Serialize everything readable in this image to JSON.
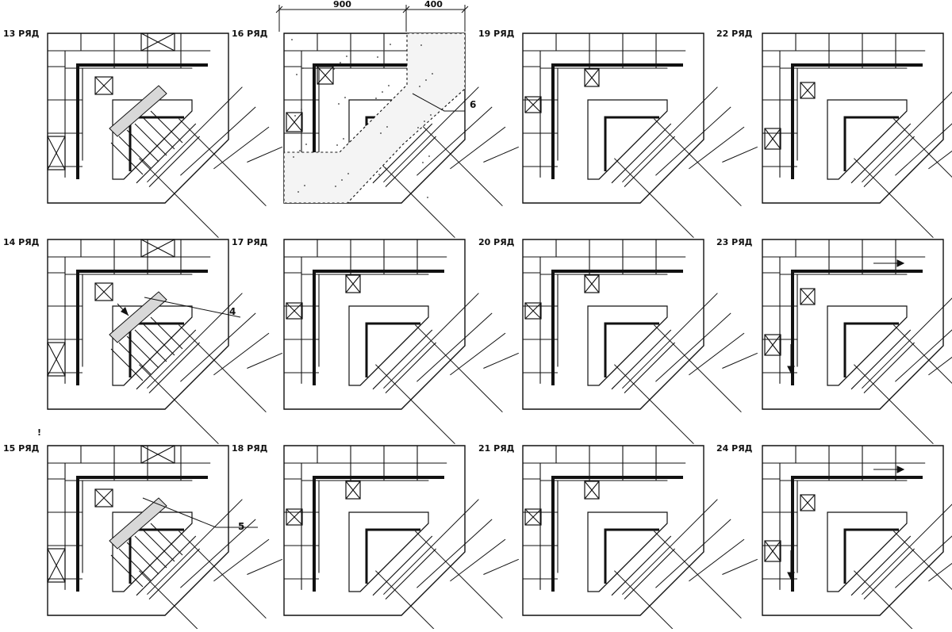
{
  "diagram": {
    "panels": [
      {
        "id": "p13",
        "label": "13 РЯД",
        "variant": "early"
      },
      {
        "id": "p16",
        "label": "16 РЯД",
        "variant": "concrete"
      },
      {
        "id": "p19",
        "label": "19 РЯД",
        "variant": "mid"
      },
      {
        "id": "p22",
        "label": "22 РЯД",
        "variant": "late"
      },
      {
        "id": "p14",
        "label": "14 РЯД",
        "variant": "early"
      },
      {
        "id": "p17",
        "label": "17 РЯД",
        "variant": "mid"
      },
      {
        "id": "p20",
        "label": "20 РЯД",
        "variant": "mid"
      },
      {
        "id": "p23",
        "label": "23 РЯД",
        "variant": "late"
      },
      {
        "id": "p15",
        "label": "15 РЯД",
        "variant": "early"
      },
      {
        "id": "p18",
        "label": "18 РЯД",
        "variant": "mid"
      },
      {
        "id": "p21",
        "label": "21 РЯД",
        "variant": "mid"
      },
      {
        "id": "p24",
        "label": "24 РЯД",
        "variant": "late"
      }
    ],
    "dimensions": [
      "900",
      "400"
    ],
    "callouts": [
      "4",
      "5",
      "6"
    ],
    "stray_mark": "!"
  }
}
